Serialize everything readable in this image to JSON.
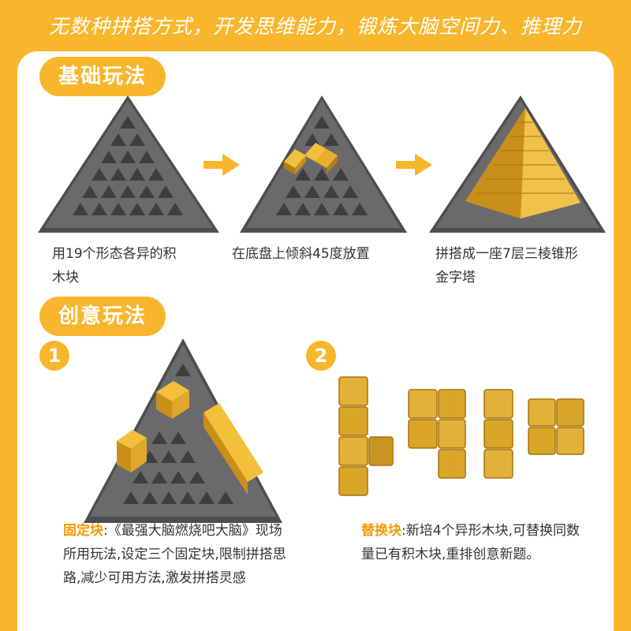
{
  "headline": "无数种拼搭方式，开发思维能力，锻炼大脑空间力、推理力",
  "section_basic": {
    "title": "基础玩法",
    "steps": [
      {
        "text": "用19个形态各异的积木块"
      },
      {
        "text": "在底盘上倾斜45度放置"
      },
      {
        "text": "拼搭成一座7层三棱锥形金字塔"
      }
    ]
  },
  "section_creative": {
    "title": "创意玩法",
    "items": [
      {
        "number": "1",
        "highlight": "固定块",
        "text": ":《最强大脑燃烧吧大脑》现场所用玩法,设定三个固定块,限制拼搭思路,减少可用方法,激发拼搭灵感"
      },
      {
        "number": "2",
        "highlight": "替换块",
        "text": ":新培4个异形木块,可替换同数量已有积木块,重排创意新题。"
      }
    ]
  },
  "colors": {
    "accent": "#f8b62c",
    "base_gray": "#5c5c5e",
    "gold": "#d9a62a"
  },
  "icons": [
    "right-arrow-icon",
    "right-arrow-icon"
  ]
}
